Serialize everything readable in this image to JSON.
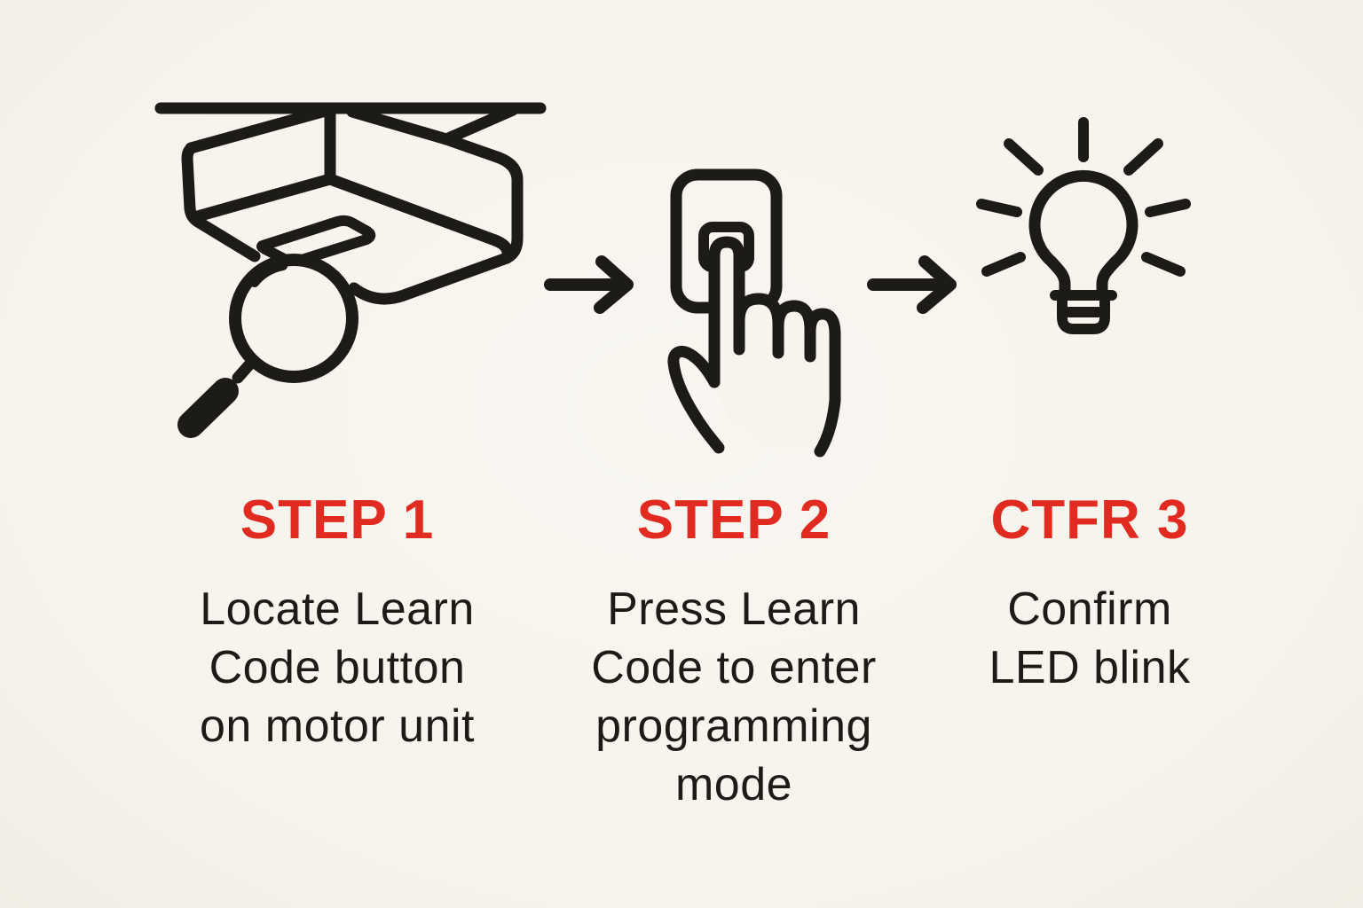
{
  "colors": {
    "accent_red": "#e12b21",
    "ink": "#1d1b18",
    "background": "#f7f4ee"
  },
  "steps": [
    {
      "label": "STEP 1",
      "description": "Locate Learn\nCode button\non motor unit",
      "icon": "motor-unit-with-magnifier"
    },
    {
      "label": "STEP 2",
      "description": "Press Learn\nCode to enter\nprogramming\nmode",
      "icon": "finger-pressing-button"
    },
    {
      "label": "CTFR 3",
      "description": "Confirm\nLED blink",
      "icon": "lightbulb-blinking"
    }
  ],
  "arrows": {
    "direction": "right",
    "count": 2
  }
}
